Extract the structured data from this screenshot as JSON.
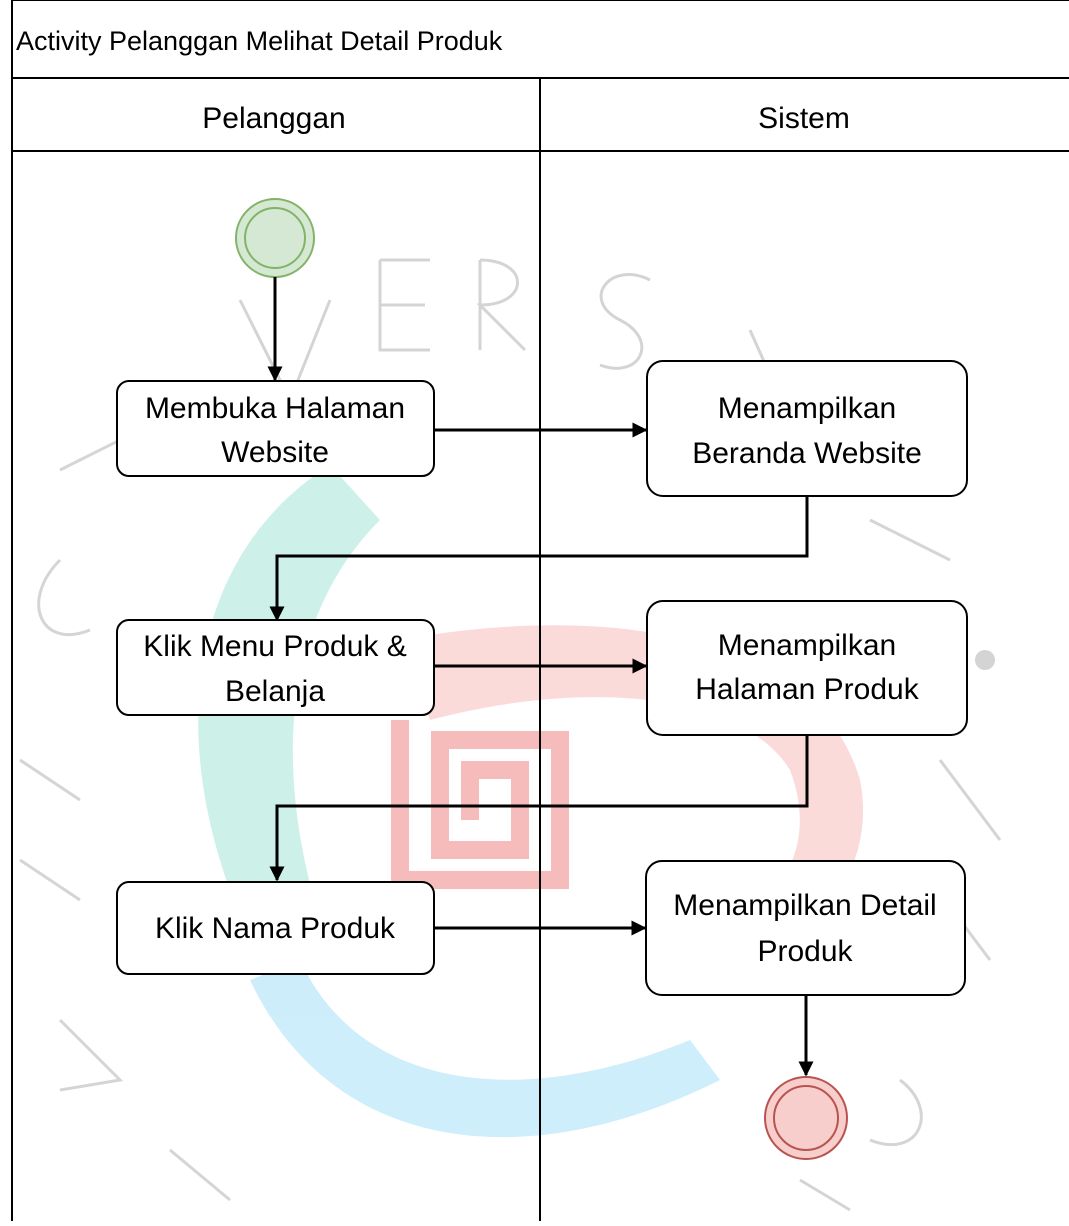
{
  "diagram": {
    "title": "Activity Pelanggan Melihat Detail Produk",
    "lanes": [
      {
        "label": "Pelanggan"
      },
      {
        "label": "Sistem"
      }
    ],
    "nodes": {
      "start": {
        "type": "initial"
      },
      "n1": {
        "lines": [
          "Membuka Halaman",
          "Website"
        ]
      },
      "n2": {
        "lines": [
          "Menampilkan",
          "Beranda Website"
        ]
      },
      "n3": {
        "lines": [
          "Klik Menu Produk &",
          "Belanja"
        ]
      },
      "n4": {
        "lines": [
          "Menampilkan",
          "Halaman Produk"
        ]
      },
      "n5": {
        "lines": [
          "Klik Nama Produk"
        ]
      },
      "n6": {
        "lines": [
          "Menampilkan Detail",
          "Produk"
        ]
      },
      "end": {
        "type": "final"
      }
    },
    "colors": {
      "start_fill": "#d5e8d4",
      "start_stroke": "#82b366",
      "end_fill": "#f8cecc",
      "end_stroke": "#b85450",
      "line": "#000000"
    }
  }
}
